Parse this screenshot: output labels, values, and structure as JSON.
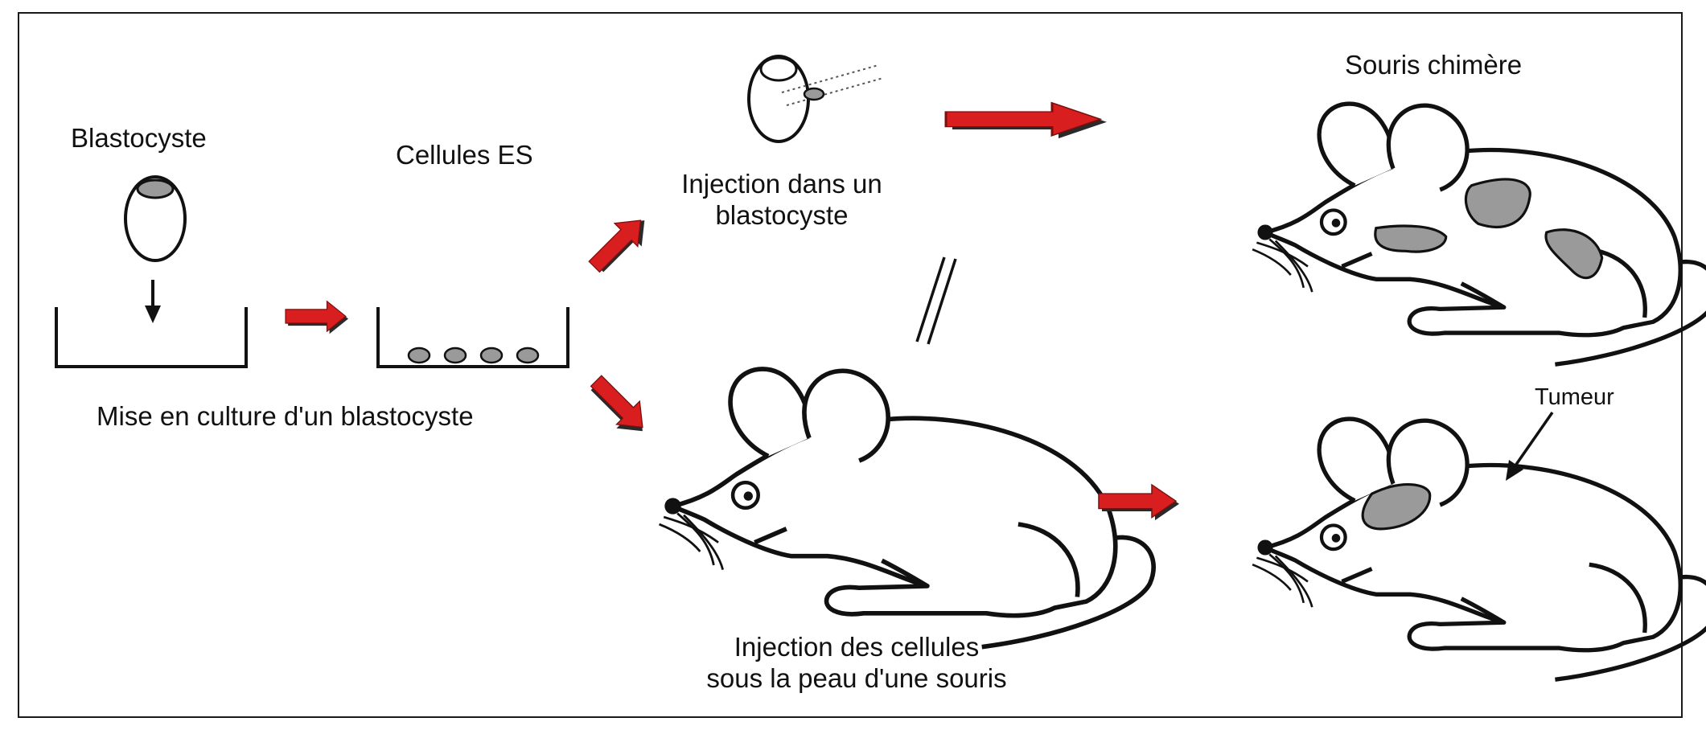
{
  "labels": {
    "blastocyste": "Blastocyste",
    "cellules_es": "Cellules ES",
    "mise_en_culture": "Mise en culture d'un blastocyste",
    "injection_blasto_1": "Injection dans un",
    "injection_blasto_2": "blastocyste",
    "souris_chimere": "Souris chimère",
    "injection_cellules_1": "Injection des cellules",
    "injection_cellules_2": "sous la peau d'une souris",
    "tumeur": "Tumeur"
  },
  "colors": {
    "arrow_red": "#d81e1e",
    "arrow_shadow": "#2a2a2a",
    "cell_gray": "#9a9a9a",
    "line": "#111111"
  }
}
